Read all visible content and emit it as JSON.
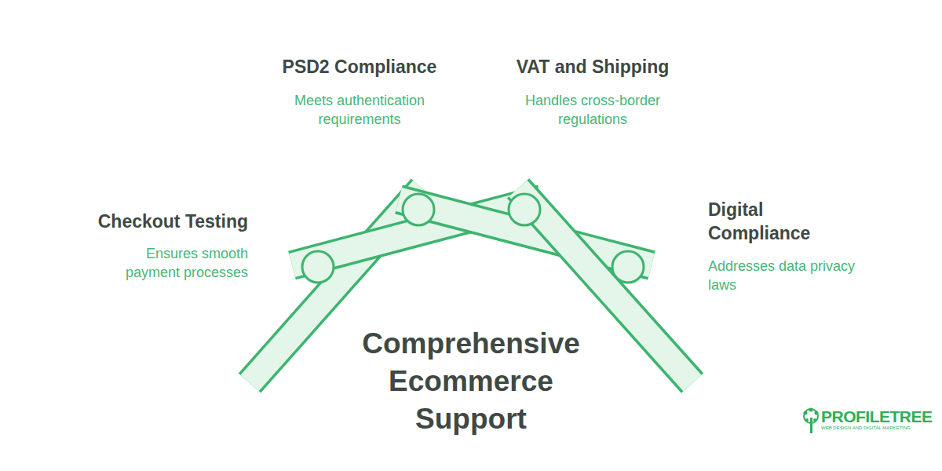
{
  "diagram": {
    "title": "Comprehensive Ecommerce Support",
    "labels": [
      "PSD2 Compliance",
      "Meets authentication requirements",
      "VAT and Shipping",
      "Handles cross-border regulations",
      "Checkout Testing",
      "Ensures smooth payment processes",
      "Digital Compliance",
      "Addresses data privacy laws",
      "PROFILETREE",
      "WEB DESIGN AND DIGITAL MARKETING"
    ]
  }
}
